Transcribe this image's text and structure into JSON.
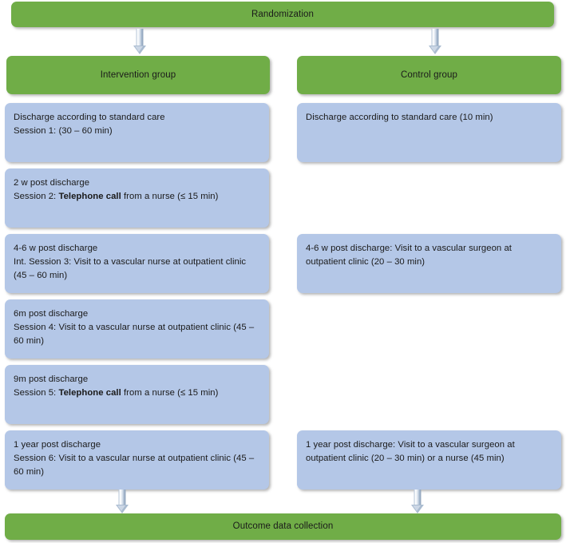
{
  "diagram": {
    "title": "Randomization trial flow chart",
    "colors": {
      "green": "#70ad47",
      "blue": "#b4c7e7",
      "arrow": "#a9bbd0",
      "text": "#1a1a1a",
      "background": "#ffffff"
    },
    "top_node": {
      "label": "Randomization"
    },
    "group_headers": {
      "intervention": "Intervention group",
      "control": "Control group"
    },
    "bottom_node": {
      "label": "Outcome data collection"
    },
    "intervention_steps": [
      {
        "id": "int-step-1",
        "line1": "Discharge according to standard care",
        "line2_prefix": "Session 1: (30 – 60 min)",
        "line2_bold": "",
        "line2_suffix": ""
      },
      {
        "id": "int-step-2",
        "line1": "2 w post discharge",
        "line2_prefix": "Session 2: ",
        "line2_bold": "Telephone call",
        "line2_suffix": " from a nurse (≤ 15 min)"
      },
      {
        "id": "int-step-3",
        "line1": "4-6 w post discharge",
        "line2_prefix": "Int. Session 3: Visit to a vascular nurse at outpatient clinic (45 – 60 min)",
        "line2_bold": "",
        "line2_suffix": ""
      },
      {
        "id": "int-step-4",
        "line1": "6m post discharge",
        "line2_prefix": "Session 4: Visit to a vascular nurse at outpatient clinic (45 – 60 min)",
        "line2_bold": "",
        "line2_suffix": ""
      },
      {
        "id": "int-step-5",
        "line1": "9m post discharge",
        "line2_prefix": "Session 5: ",
        "line2_bold": "Telephone call",
        "line2_suffix": " from a nurse (≤ 15 min)"
      },
      {
        "id": "int-step-6",
        "line1": "1 year post discharge",
        "line2_prefix": "Session 6: Visit to a vascular nurse at outpatient clinic (45 – 60 min)",
        "line2_bold": "",
        "line2_suffix": ""
      }
    ],
    "control_steps": [
      {
        "id": "ctl-step-1",
        "text": "Discharge according to standard care (10 min)"
      },
      {
        "id": "ctl-step-2",
        "text": "4-6 w post discharge: Visit to a vascular surgeon at outpatient clinic (20 – 30 min)"
      },
      {
        "id": "ctl-step-3",
        "text": "1 year post discharge: Visit to a vascular surgeon at outpatient clinic (20 – 30 min) or a nurse (45 min)"
      }
    ]
  }
}
